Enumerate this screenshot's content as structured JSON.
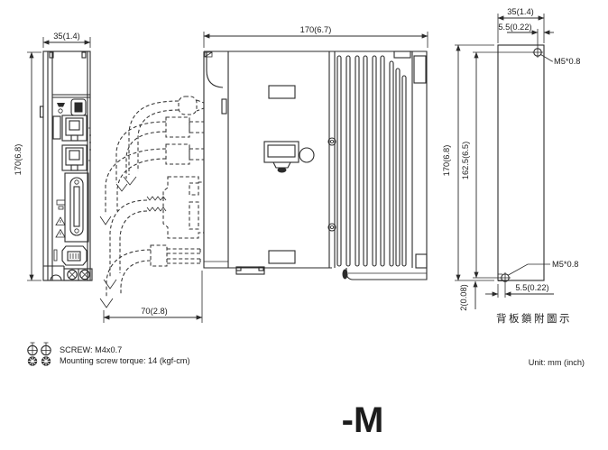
{
  "drawing": {
    "front": {
      "width_dim": "35(1.4)",
      "height_dim": "170(6.8)"
    },
    "side": {
      "depth_dim": "170(6.7)",
      "cable_clearance_dim": "70(2.8)"
    },
    "plate": {
      "width_dim": "35(1.4)",
      "top_hole_offset_dim": "5.5(0.22)",
      "height_dim": "170(6.8)",
      "hole_span_dim": "162.5(6.5)",
      "bottom_hole_offset_dim": "5.5(0.22)",
      "bottom_edge_gap_dim": "2(0.08)",
      "top_screw_label": "M5*0.8",
      "bottom_screw_label": "M5*0.8",
      "caption": "背板鎖附圖示"
    },
    "notes": {
      "screw_spec": "SCREW: M4x0.7",
      "torque_spec": "Mounting screw torque: 14 (kgf-cm)",
      "unit": "Unit: mm (inch)"
    },
    "model_label": "-M"
  }
}
